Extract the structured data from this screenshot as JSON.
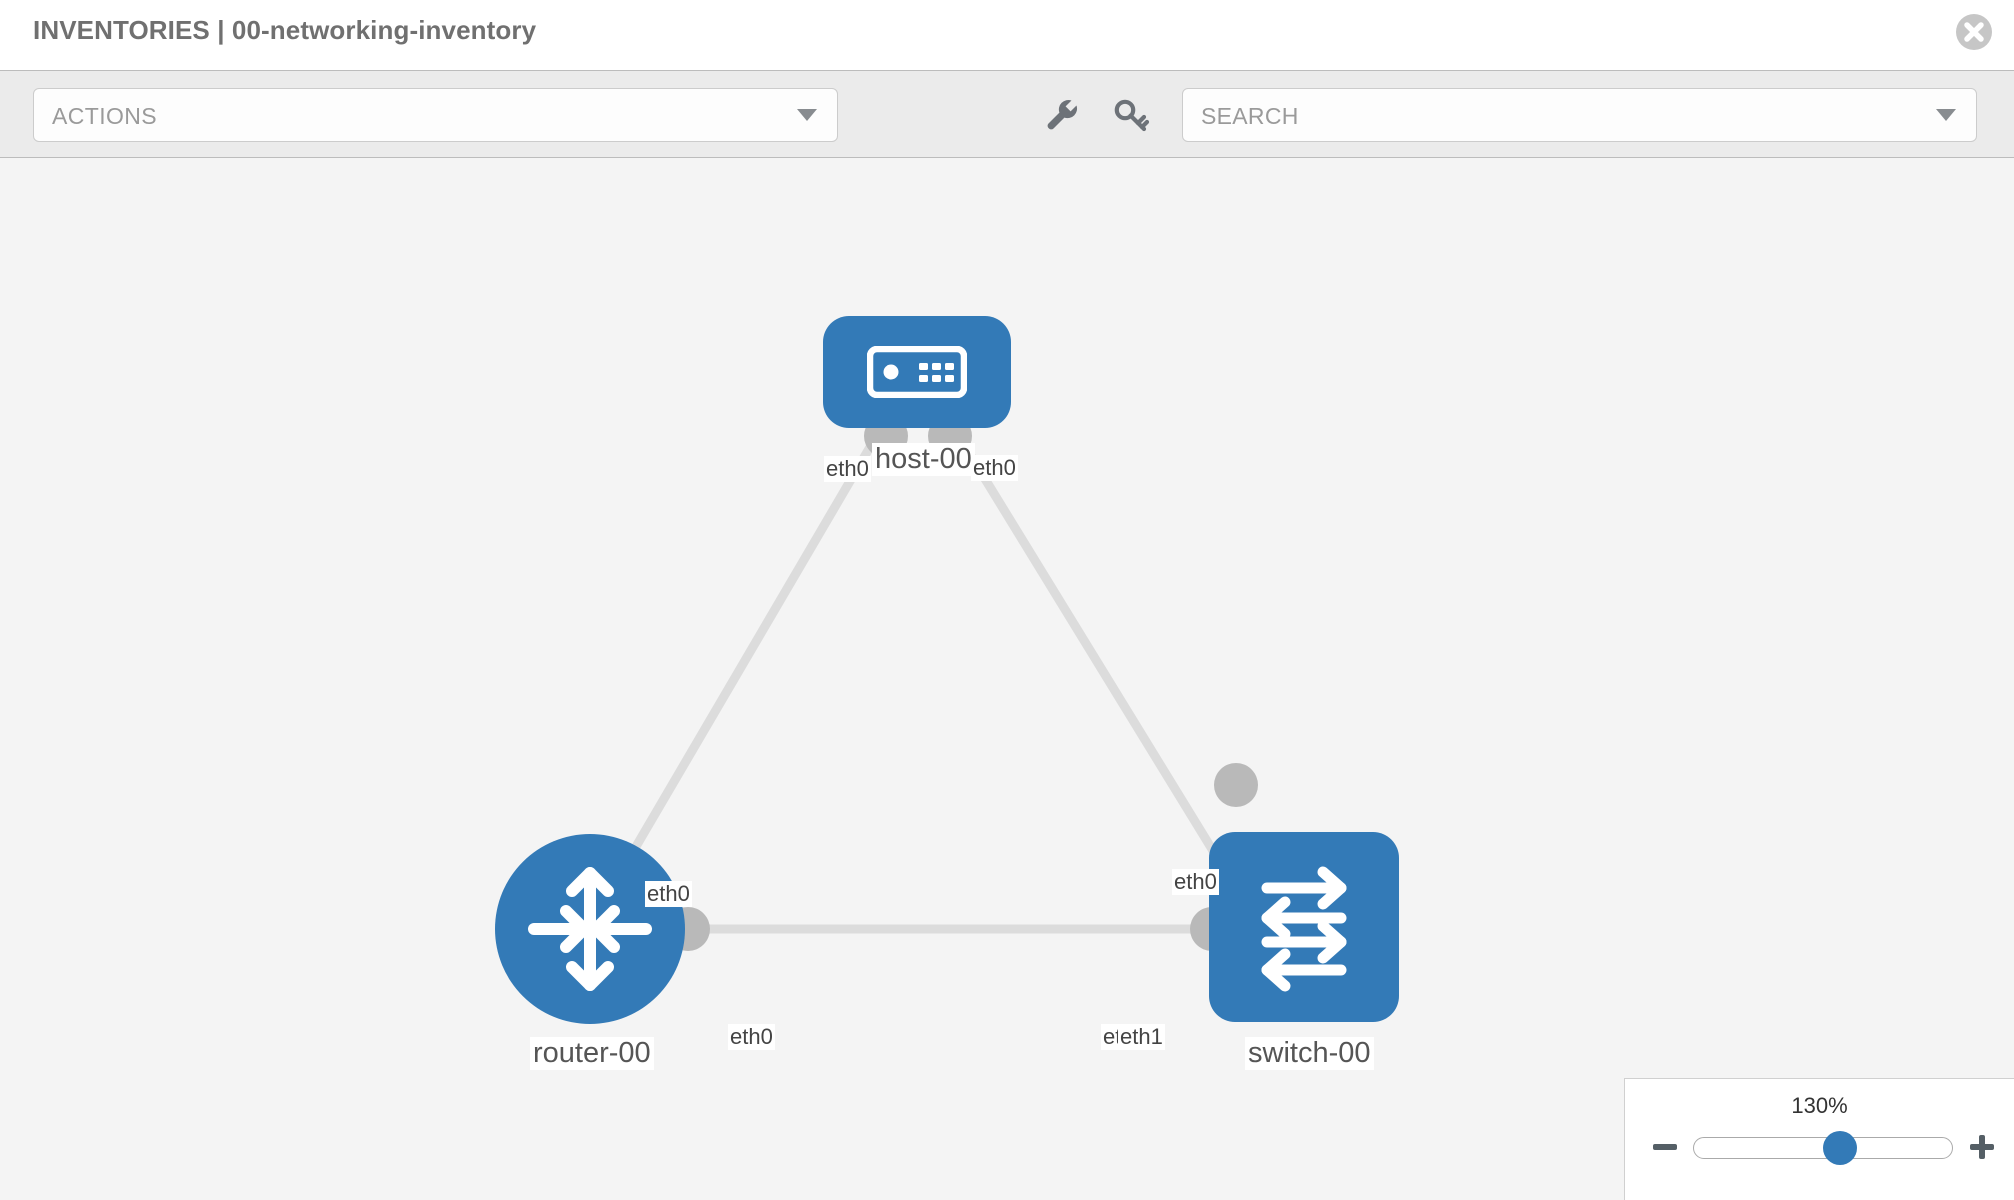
{
  "header": {
    "title": "INVENTORIES | 00-networking-inventory",
    "close_icon": "close-circle-icon"
  },
  "toolbar": {
    "actions": {
      "label": "ACTIONS",
      "caret_icon": "chevron-down-icon"
    },
    "wrench_icon": "wrench-icon",
    "key_icon": "key-icon",
    "search": {
      "value": "",
      "placeholder": "SEARCH",
      "caret_icon": "chevron-down-icon"
    }
  },
  "topology": {
    "nodes": [
      {
        "id": "host-00",
        "label": "host-00",
        "type": "host",
        "icon": "server-icon",
        "shape": "rounded-rect",
        "color": "#337ab7"
      },
      {
        "id": "router-00",
        "label": "router-00",
        "type": "router",
        "icon": "router-icon",
        "shape": "circle",
        "color": "#337ab7"
      },
      {
        "id": "switch-00",
        "label": "switch-00",
        "type": "switch",
        "icon": "switch-icon",
        "shape": "rounded-square",
        "color": "#337ab7"
      }
    ],
    "links": [
      {
        "from": "host-00",
        "from_port": "eth0",
        "to": "router-00",
        "to_port": "eth0"
      },
      {
        "from": "host-00",
        "from_port": "eth0",
        "to": "switch-00",
        "to_port": "eth0"
      },
      {
        "from": "router-00",
        "from_port": "eth0",
        "to": "switch-00",
        "to_port": "eth1"
      }
    ],
    "port_labels": {
      "host_left": "eth0",
      "host_right": "eth0",
      "router_uplink": "eth0",
      "switch_uplink": "eth0",
      "router_trunk": "eth0",
      "switch_trunk_hidden": "eth0",
      "switch_trunk": "eth1"
    },
    "link_color": "#dcdcdc",
    "connector_color": "#b9b9b9",
    "background": "#f4f4f4"
  },
  "zoom_control": {
    "value": "130%",
    "minus_icon": "minus-icon",
    "plus_icon": "plus-icon",
    "handle_icon": "slider-handle"
  }
}
